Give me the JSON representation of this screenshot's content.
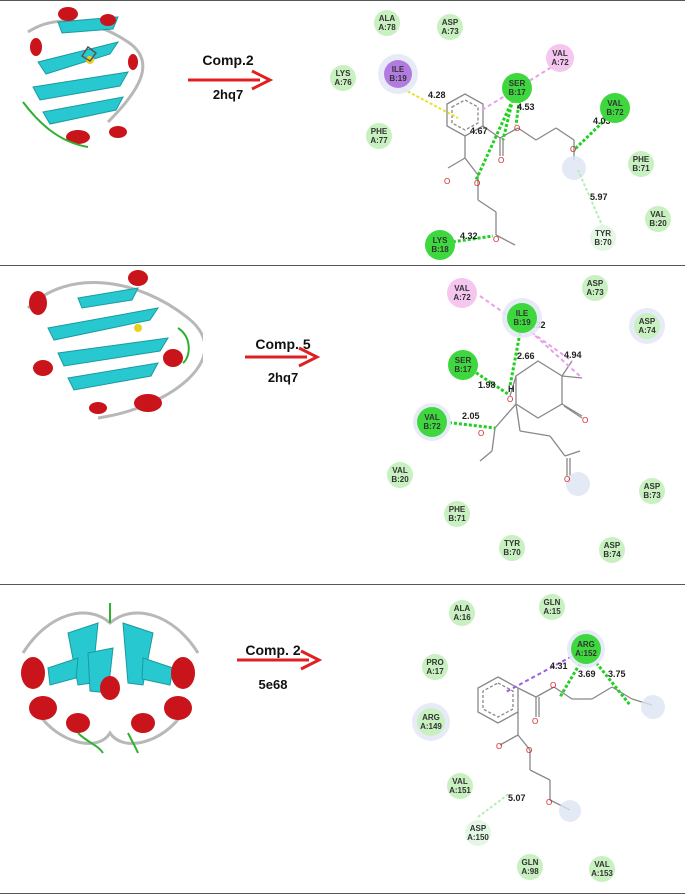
{
  "panels": [
    {
      "compound": "Comp.2",
      "pdb": "2hq7",
      "distances": [
        "4.28",
        "4.53",
        "4.67",
        "4.03",
        "5.97",
        "4.32"
      ],
      "residues": [
        {
          "line1": "ALA",
          "line2": "A:78",
          "kind": "vdw"
        },
        {
          "line1": "ASP",
          "line2": "A:73",
          "kind": "vdw"
        },
        {
          "line1": "VAL",
          "line2": "A:72",
          "kind": "alkyl"
        },
        {
          "line1": "LYS",
          "line2": "A:76",
          "kind": "vdw"
        },
        {
          "line1": "ILE",
          "line2": "B:19",
          "kind": "pisigma"
        },
        {
          "line1": "SER",
          "line2": "B:17",
          "kind": "hbond"
        },
        {
          "line1": "VAL",
          "line2": "B:72",
          "kind": "hbond"
        },
        {
          "line1": "PHE",
          "line2": "A:77",
          "kind": "vdw"
        },
        {
          "line1": "PHE",
          "line2": "B:71",
          "kind": "vdw"
        },
        {
          "line1": "VAL",
          "line2": "B:20",
          "kind": "vdw"
        },
        {
          "line1": "TYR",
          "line2": "B:70",
          "kind": "carbonh"
        },
        {
          "line1": "LYS",
          "line2": "B:18",
          "kind": "hbond"
        }
      ]
    },
    {
      "compound": "Comp. 5",
      "pdb": "2hq7",
      "distances": [
        "5.32",
        "2.66",
        "4.94",
        "1.98",
        "2.05"
      ],
      "atom_h": "H",
      "residues": [
        {
          "line1": "VAL",
          "line2": "A:72",
          "kind": "alkyl"
        },
        {
          "line1": "ASP",
          "line2": "A:73",
          "kind": "vdw"
        },
        {
          "line1": "ILE",
          "line2": "B:19",
          "kind": "hbond"
        },
        {
          "line1": "ASP",
          "line2": "A:74",
          "kind": "vdw"
        },
        {
          "line1": "SER",
          "line2": "B:17",
          "kind": "hbond"
        },
        {
          "line1": "VAL",
          "line2": "B:72",
          "kind": "hbond"
        },
        {
          "line1": "VAL",
          "line2": "B:20",
          "kind": "vdw"
        },
        {
          "line1": "ASP",
          "line2": "B:73",
          "kind": "vdw"
        },
        {
          "line1": "PHE",
          "line2": "B:71",
          "kind": "vdw"
        },
        {
          "line1": "TYR",
          "line2": "B:70",
          "kind": "vdw"
        },
        {
          "line1": "ASP",
          "line2": "B:74",
          "kind": "vdw"
        }
      ]
    },
    {
      "compound": "Comp. 2",
      "pdb": "5e68",
      "distances": [
        "4.31",
        "3.69",
        "3.75",
        "5.07"
      ],
      "residues": [
        {
          "line1": "ALA",
          "line2": "A:16",
          "kind": "vdw"
        },
        {
          "line1": "GLN",
          "line2": "A:15",
          "kind": "vdw"
        },
        {
          "line1": "ARG",
          "line2": "A:152",
          "kind": "hbond"
        },
        {
          "line1": "PRO",
          "line2": "A:17",
          "kind": "vdw"
        },
        {
          "line1": "ARG",
          "line2": "A:149",
          "kind": "vdw"
        },
        {
          "line1": "VAL",
          "line2": "A:151",
          "kind": "vdw"
        },
        {
          "line1": "ASP",
          "line2": "A:150",
          "kind": "carbonh"
        },
        {
          "line1": "GLN",
          "line2": "A:98",
          "kind": "vdw"
        },
        {
          "line1": "VAL",
          "line2": "A:153",
          "kind": "vdw"
        }
      ]
    }
  ],
  "colors": {
    "vdw": "#c8f0c0",
    "hbond": "#3ed83e",
    "alkyl": "#f4c6f0",
    "pisigma": "#b27be0",
    "carbonh": "#e4f7e4",
    "arrow": "#e02020",
    "helix": "#c8141a",
    "sheet": "#28c8d0",
    "coil": "#b8b8b8",
    "loop": "#30b030"
  }
}
